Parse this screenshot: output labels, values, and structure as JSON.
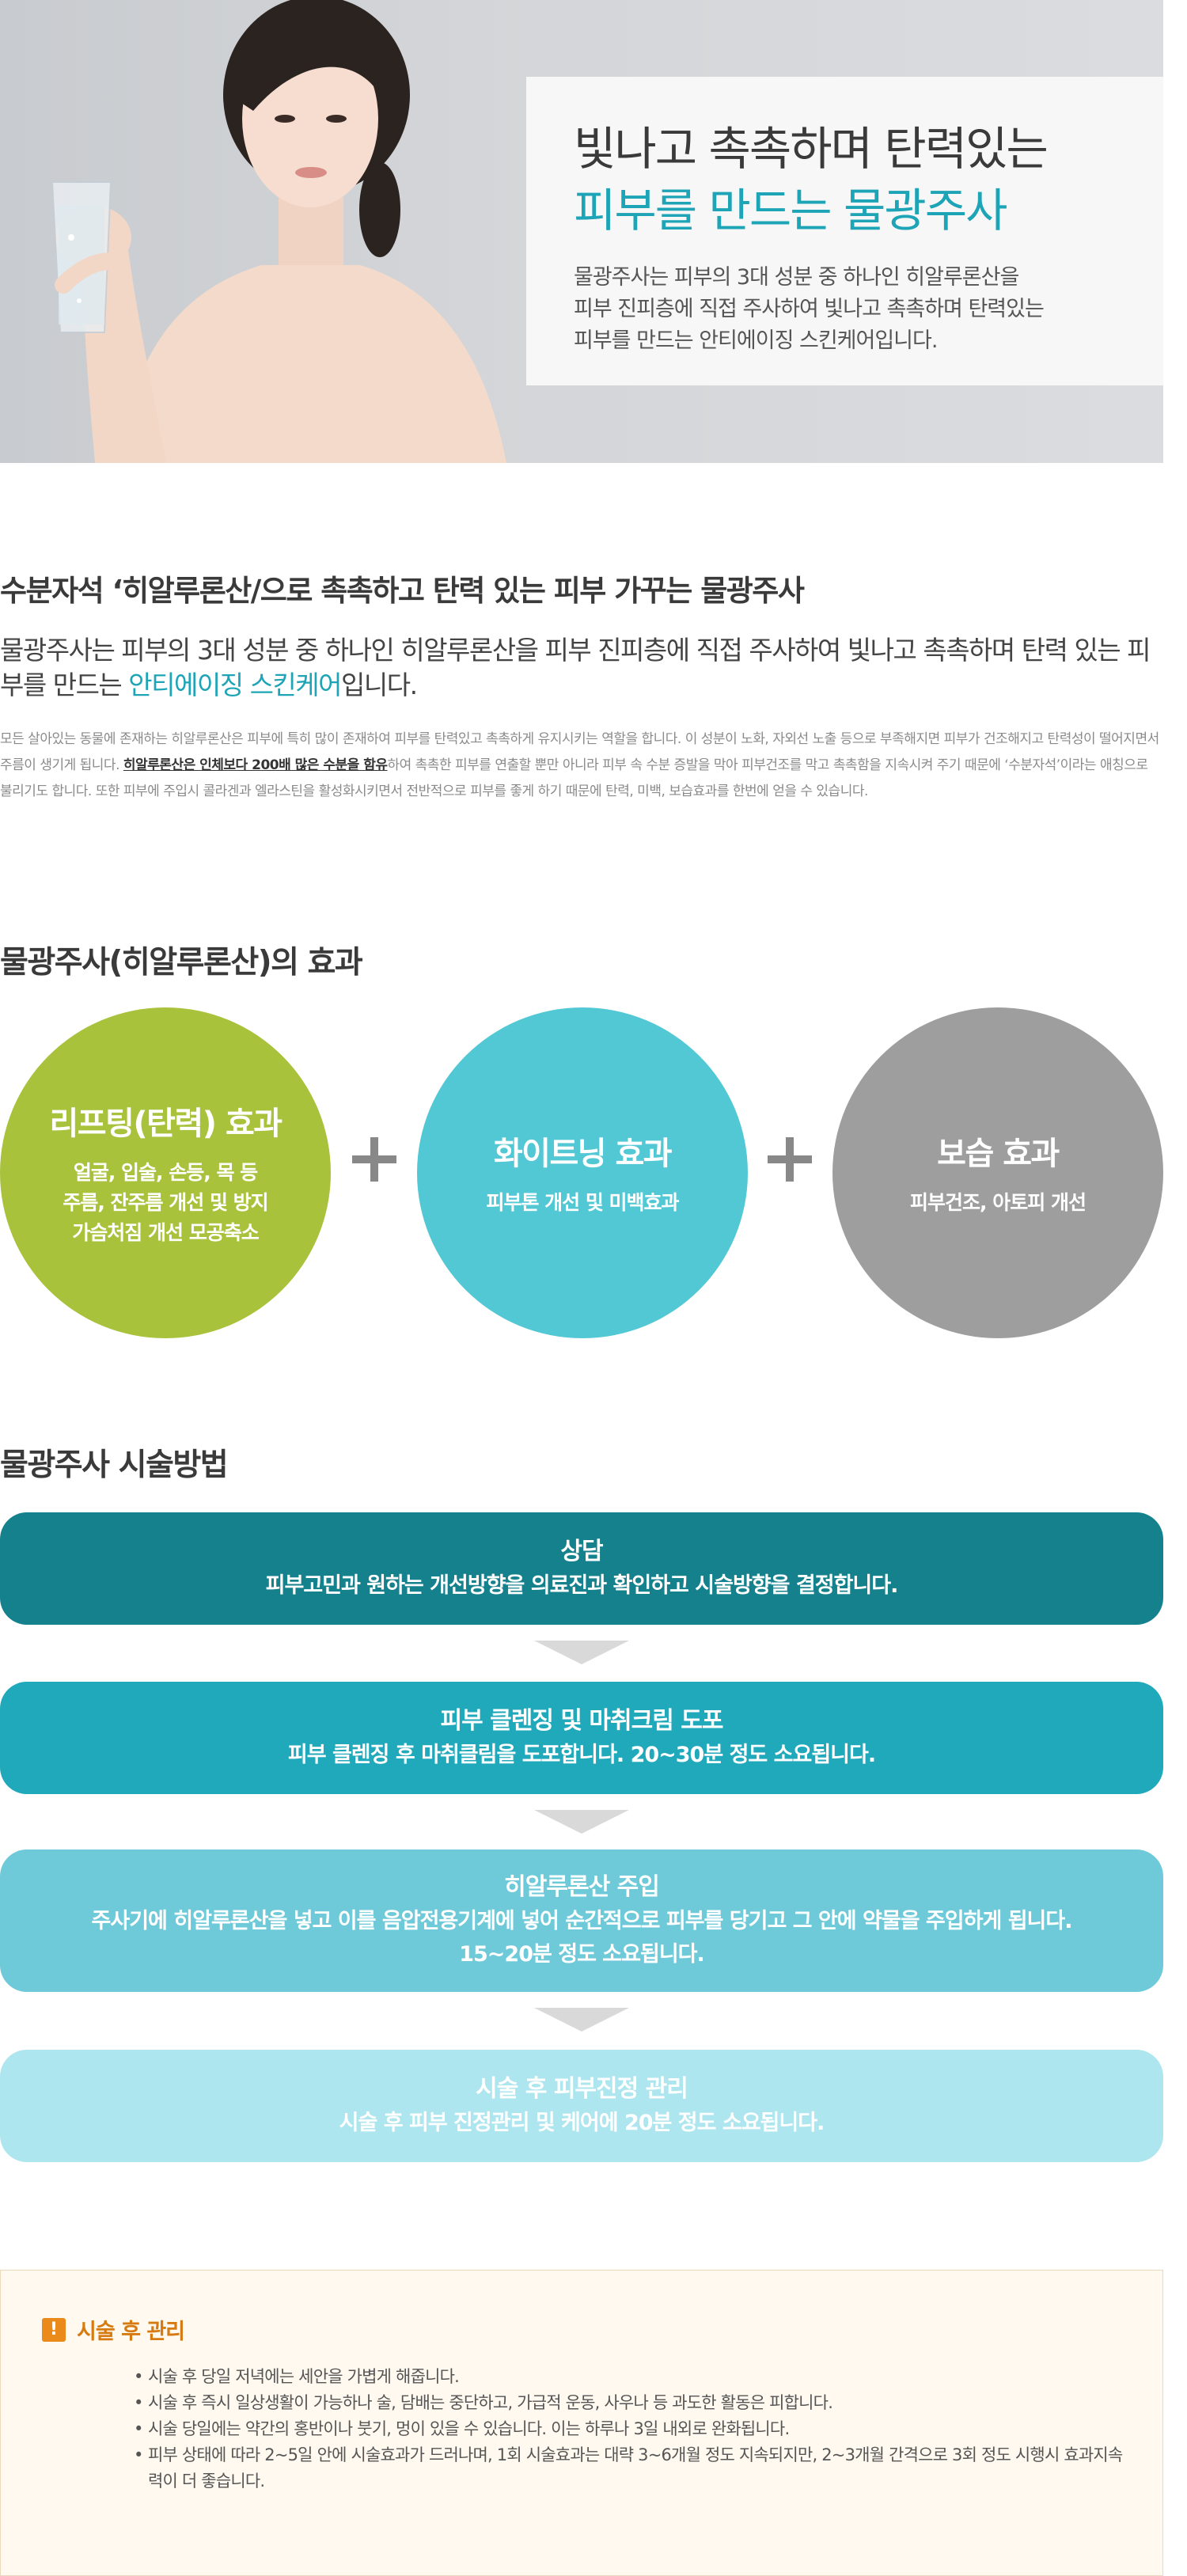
{
  "hero": {
    "title_line1": "빛나고 촉촉하며 탄력있는",
    "title_line2": "피부를 만드는 물광주사",
    "description": "물광주사는 피부의 3대 성분 중 하나인 히알루론산을\n피부 진피층에 직접 주사하여 빛나고 촉촉하며 탄력있는\n피부를 만드는 안티에이징 스킨케어입니다."
  },
  "intro": {
    "heading": "수분자석 ‘히알루론산/으로 촉촉하고 탄력 있는 피부 가꾸는 물광주사",
    "lead_before": "물광주사는 피부의 3대 성분 중 하나인 히알루론산을 피부 진피층에 직접 주사하여 빛나고 촉촉하며 탄력 있는 피부를 만드는 ",
    "lead_accent": "안티에이징 스킨케어",
    "lead_after": "입니다.",
    "body_before": "모든 살아있는 동물에 존재하는 히알루론산은 피부에 특히 많이 존재하여 피부를 탄력있고 촉촉하게 유지시키는 역할을 합니다. 이 성분이 노화, 자외선 노출 등으로 부족해지면 피부가 건조해지고 탄력성이 떨어지면서 주름이 생기게 됩니다. ",
    "body_strong": "히알루론산은 인체보다 200배 많은 수분을 함유",
    "body_after": "하여 촉촉한 피부를 연출할 뿐만 아니라 피부 속 수분 증발을 막아 피부건조를 막고 촉촉함을 지속시켜 주기 때문에 ‘수분자석’이라는 애칭으로 불리기도 합니다. 또한 피부에 주입시 콜라겐과 엘라스틴을 활성화시키면서 전반적으로 피부를 좋게 하기 때문에 탄력, 미백, 보습효과를 한번에 얻을 수 있습니다."
  },
  "effects": {
    "title": "물광주사(히알루론산)의 효과",
    "items": [
      {
        "title": "리프팅(탄력) 효과",
        "desc": "얼굴, 입술, 손등, 목 등\n주름, 잔주름 개선 및 방지\n가슴처짐 개선 모공축소"
      },
      {
        "title": "화이트닝 효과",
        "desc": "피부톤 개선 및 미백효과"
      },
      {
        "title": "보습 효과",
        "desc": "피부건조, 아토피 개선"
      }
    ],
    "colors": [
      "#a8c23b",
      "#53c8d5",
      "#9e9e9e"
    ]
  },
  "method": {
    "title": "물광주사 시술방법",
    "steps": [
      {
        "title": "상담",
        "desc": "피부고민과 원하는 개선방향을 의료진과 확인하고 시술방향을 결정합니다."
      },
      {
        "title": "피부 클렌징 및 마취크림 도포",
        "desc": "피부 클렌징 후 마취클림을 도포합니다. 20~30분 정도 소요됩니다."
      },
      {
        "title": "히알루론산 주입",
        "desc": "주사기에 히알루론산을 넣고 이를 음압전용기계에 넣어 순간적으로 피부를 당기고 그 안에 약물을 주입하게 됩니다.\n15~20분 정도 소요됩니다."
      },
      {
        "title": "시술 후 피부진정 관리",
        "desc": "시술 후 피부 진정관리 및  케어에 20분 정도 소요됩니다."
      }
    ]
  },
  "aftercare": {
    "badge": "!",
    "title": "시술 후 관리",
    "items": [
      "시술 후 당일 저녁에는 세안을 가볍게 해줍니다.",
      "시술 후 즉시 일상생활이 가능하나 술, 담배는 중단하고, 가급적 운동, 사우나 등 과도한 활동은 피합니다.",
      "시술 당일에는 약간의 홍반이나 붓기, 멍이 있을 수 있습니다. 이는 하루나 3일 내외로 완화됩니다.",
      "피부 상태에 따라 2~5일 안에 시술효과가 드러나며, 1회 시술효과는 대략 3~6개월 정도 지속되지만, 2~3개월 간격으로 3회 정도 시행시 효과지속력이 더 좋습니다."
    ]
  }
}
